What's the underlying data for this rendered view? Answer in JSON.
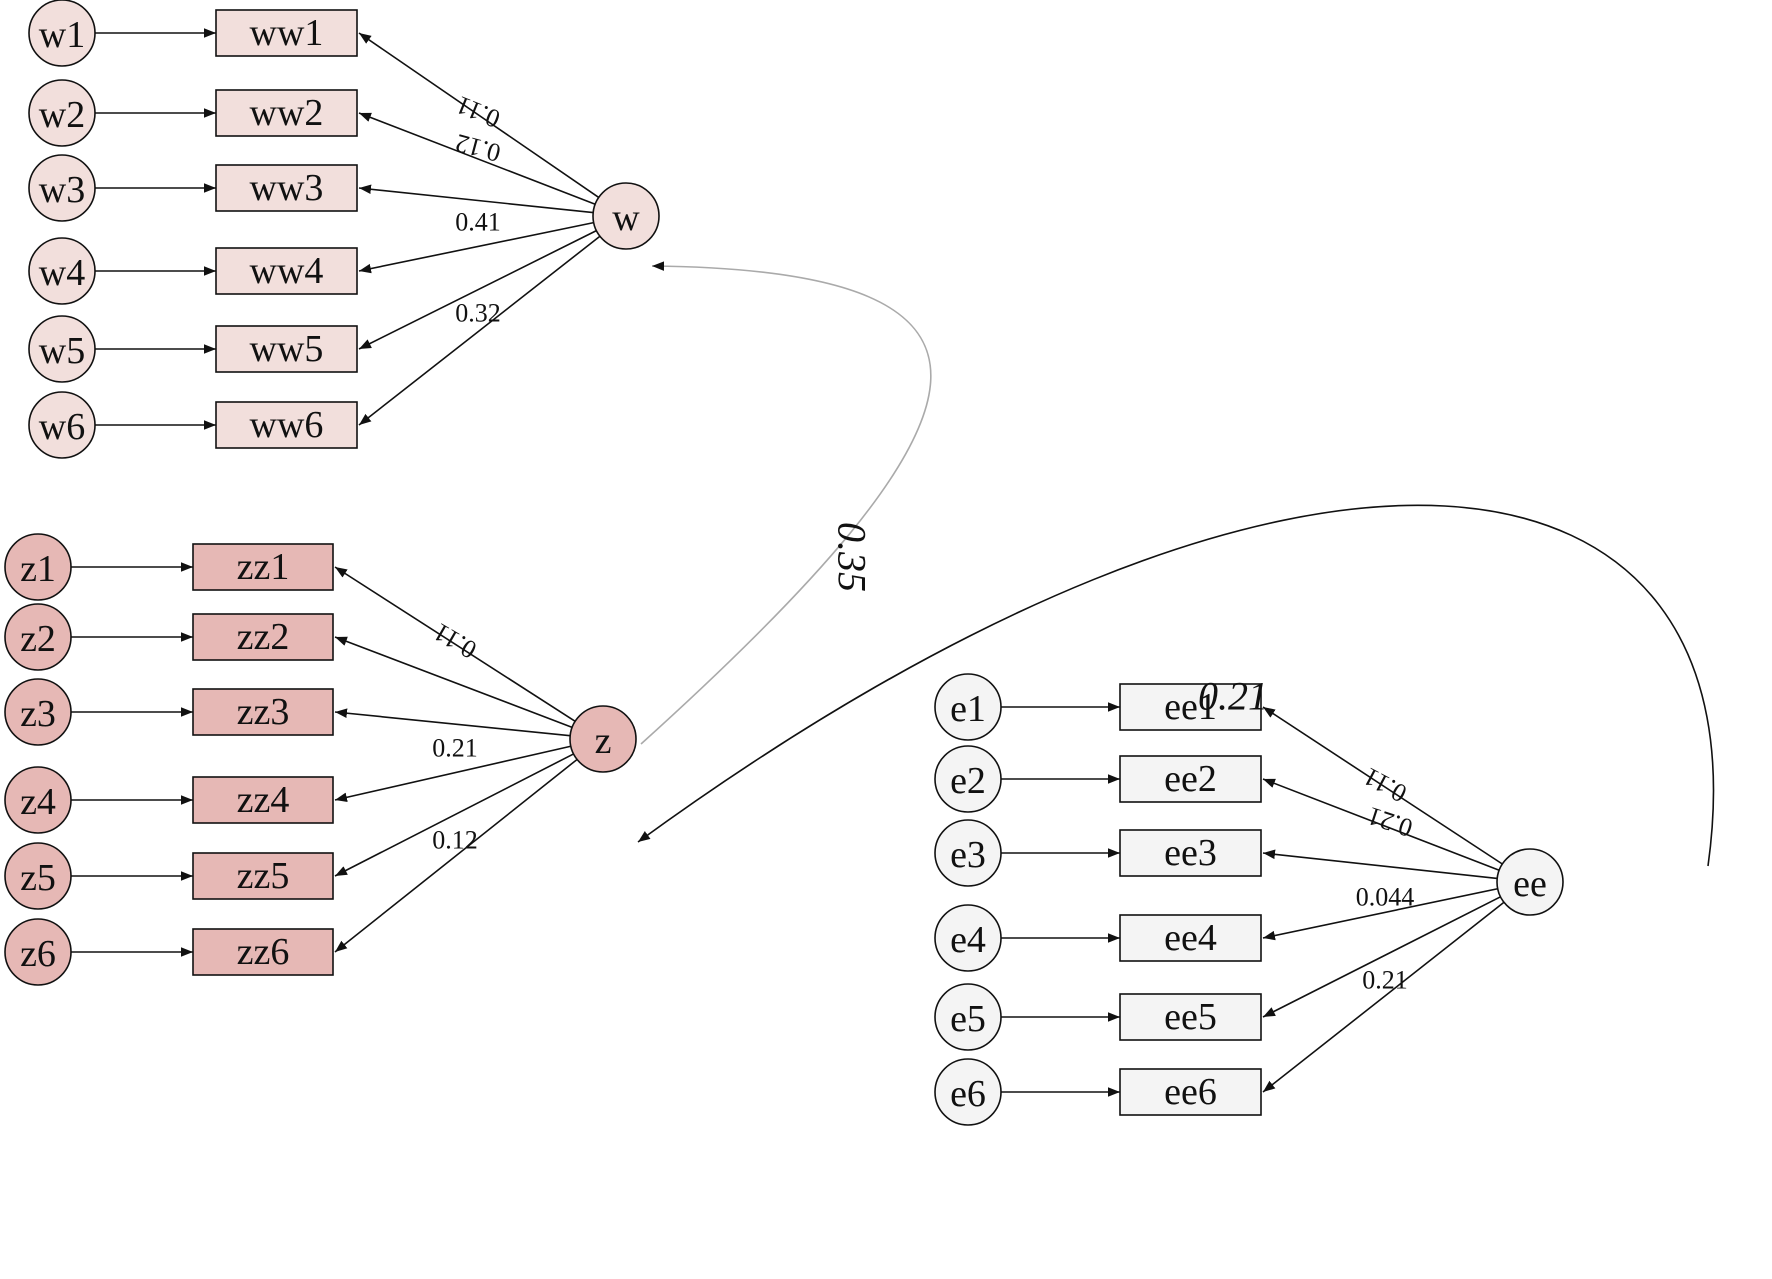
{
  "groups": [
    {
      "id": "w",
      "latent": "w",
      "color": "#f2dfdc",
      "latent_color": "#f2dfdc",
      "errors": [
        "w1",
        "w2",
        "w3",
        "w4",
        "w5",
        "w6"
      ],
      "indicators": [
        "ww1",
        "ww2",
        "ww3",
        "ww4",
        "ww5",
        "ww6"
      ],
      "loadings": [
        "0.11",
        "0.12",
        "",
        "0.41",
        "0.32",
        ""
      ]
    },
    {
      "id": "z",
      "latent": "z",
      "color": "#e6b8b5",
      "latent_color": "#e6b8b5",
      "errors": [
        "z1",
        "z2",
        "z3",
        "z4",
        "z5",
        "z6"
      ],
      "indicators": [
        "zz1",
        "zz2",
        "zz3",
        "zz4",
        "zz5",
        "zz6"
      ],
      "loadings": [
        "0.11",
        "",
        "",
        "0.21",
        "0.12",
        ""
      ]
    },
    {
      "id": "ee",
      "latent": "ee",
      "color": "#f4f4f4",
      "latent_color": "#f4f4f4",
      "errors": [
        "e1",
        "e2",
        "e3",
        "e4",
        "e5",
        "e6"
      ],
      "indicators": [
        "ee1",
        "ee2",
        "ee3",
        "ee4",
        "ee5",
        "ee6"
      ],
      "loadings": [
        "0.11",
        "0.21",
        "",
        "0.044",
        "0.21",
        ""
      ]
    }
  ],
  "covariances": [
    {
      "from": "z",
      "to": "w",
      "label": "0.35",
      "color": "#aaaaaa"
    },
    {
      "from": "ee",
      "to": "z",
      "label": "0.21",
      "color": "#111111"
    }
  ]
}
